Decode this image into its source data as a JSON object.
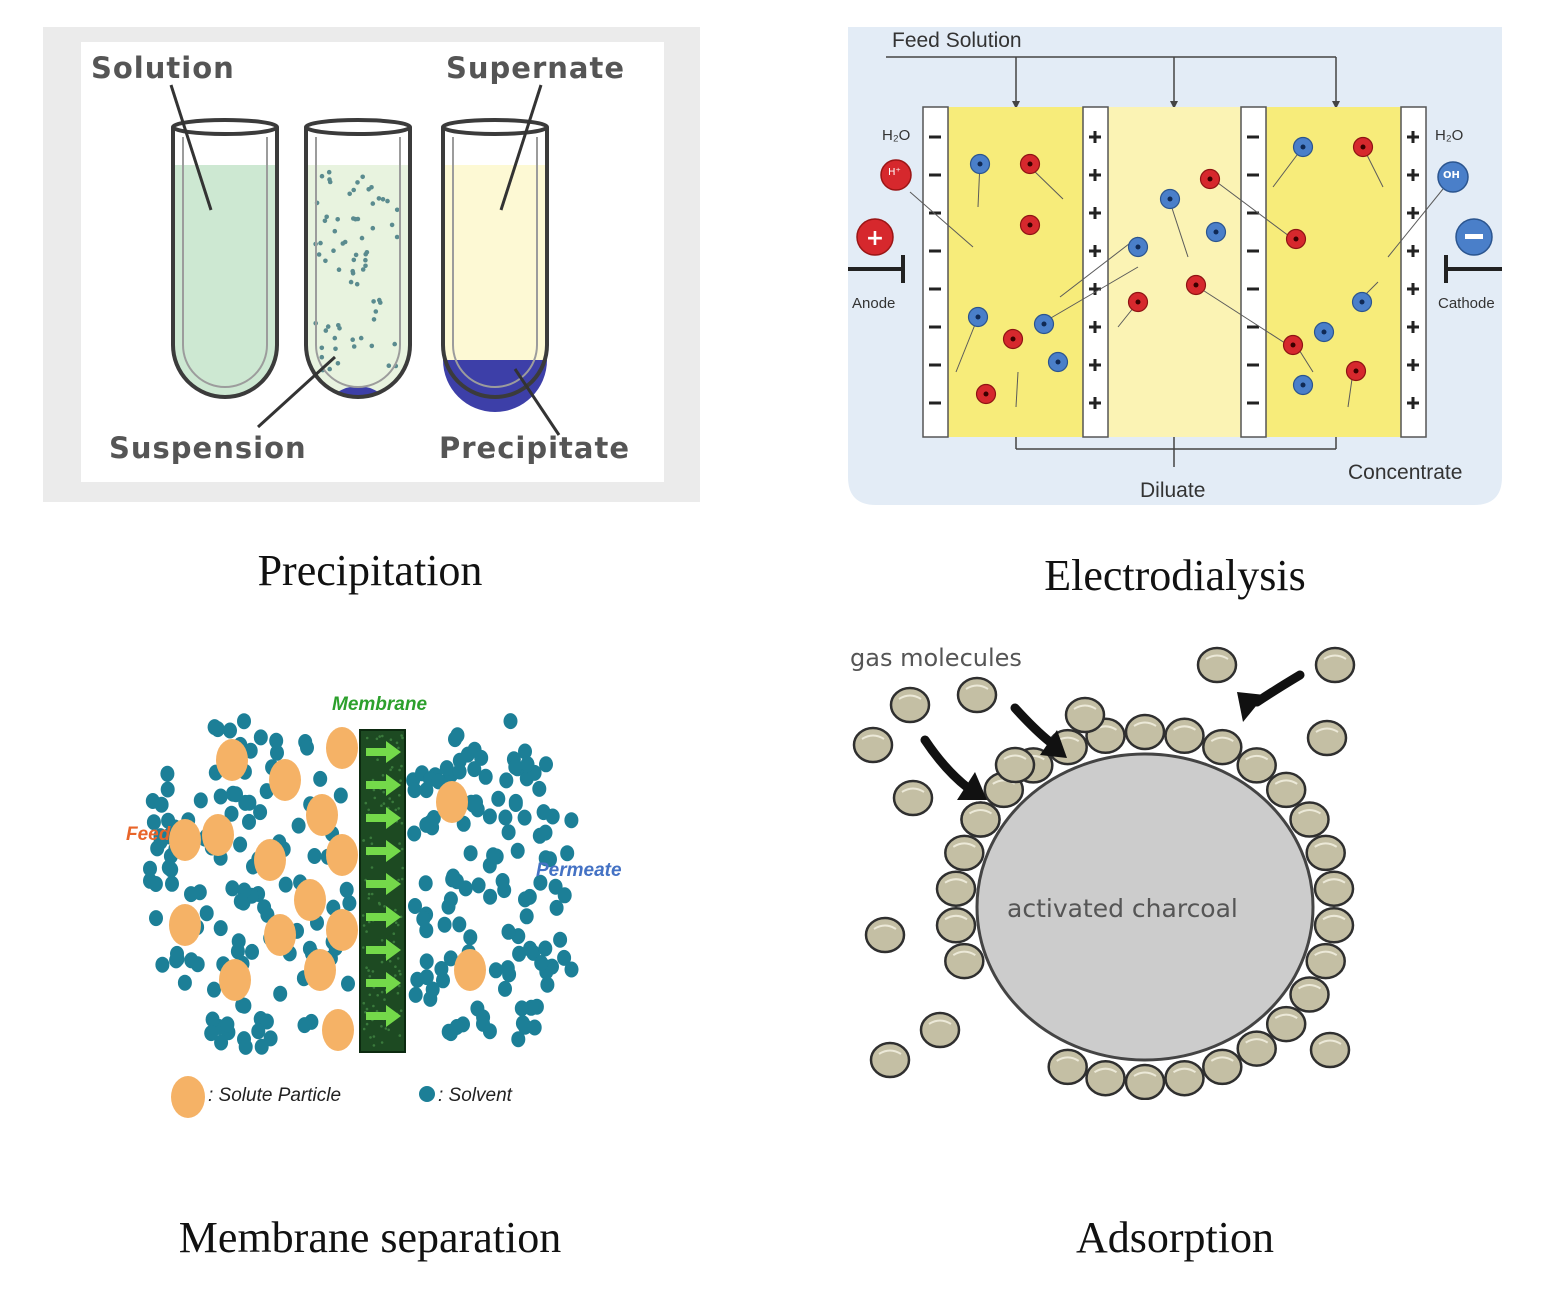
{
  "captions": {
    "precipitation": "Precipitation",
    "electrodialysis": "Electrodialysis",
    "membrane": "Membrane separation",
    "adsorption": "Adsorption"
  },
  "precipitation": {
    "solution": "Solution",
    "supernate": "Supernate",
    "suspension": "Suspension",
    "precipitate": "Precipitate",
    "colors": {
      "solution": "#cde8d2",
      "suspension": "#e8f3df",
      "supernate": "#fdf9d4",
      "precipitate": "#3d3fa8"
    }
  },
  "electrodialysis": {
    "feed": "Feed Solution",
    "h2o_left": "H₂O",
    "h2o_right": "H₂O",
    "h_ion": "H⁺",
    "oh_ion": "OH",
    "anode": "Anode",
    "cathode": "Cathode",
    "diluate": "Diluate",
    "concentrate": "Concentrate",
    "colors": {
      "cation": "#d6282d",
      "anion": "#4a7fc9",
      "chamber": "#f7ec7a",
      "diluate": "#fbf3b4"
    }
  },
  "membrane": {
    "membrane_label": "Membrane",
    "feed": "Feed",
    "permeate": "Permeate",
    "solute_legend": ": Solute Particle",
    "solvent_legend": ": Solvent",
    "colors": {
      "solute": "#f5b266",
      "solvent": "#1c7f97",
      "membrane": "#1d4a22",
      "arrow": "#74d94a"
    }
  },
  "adsorption": {
    "gas_label": "gas molecules",
    "charcoal": "activated charcoal",
    "colors": {
      "charcoal": "#cccccc",
      "molecule": "#c4bfa4"
    }
  }
}
